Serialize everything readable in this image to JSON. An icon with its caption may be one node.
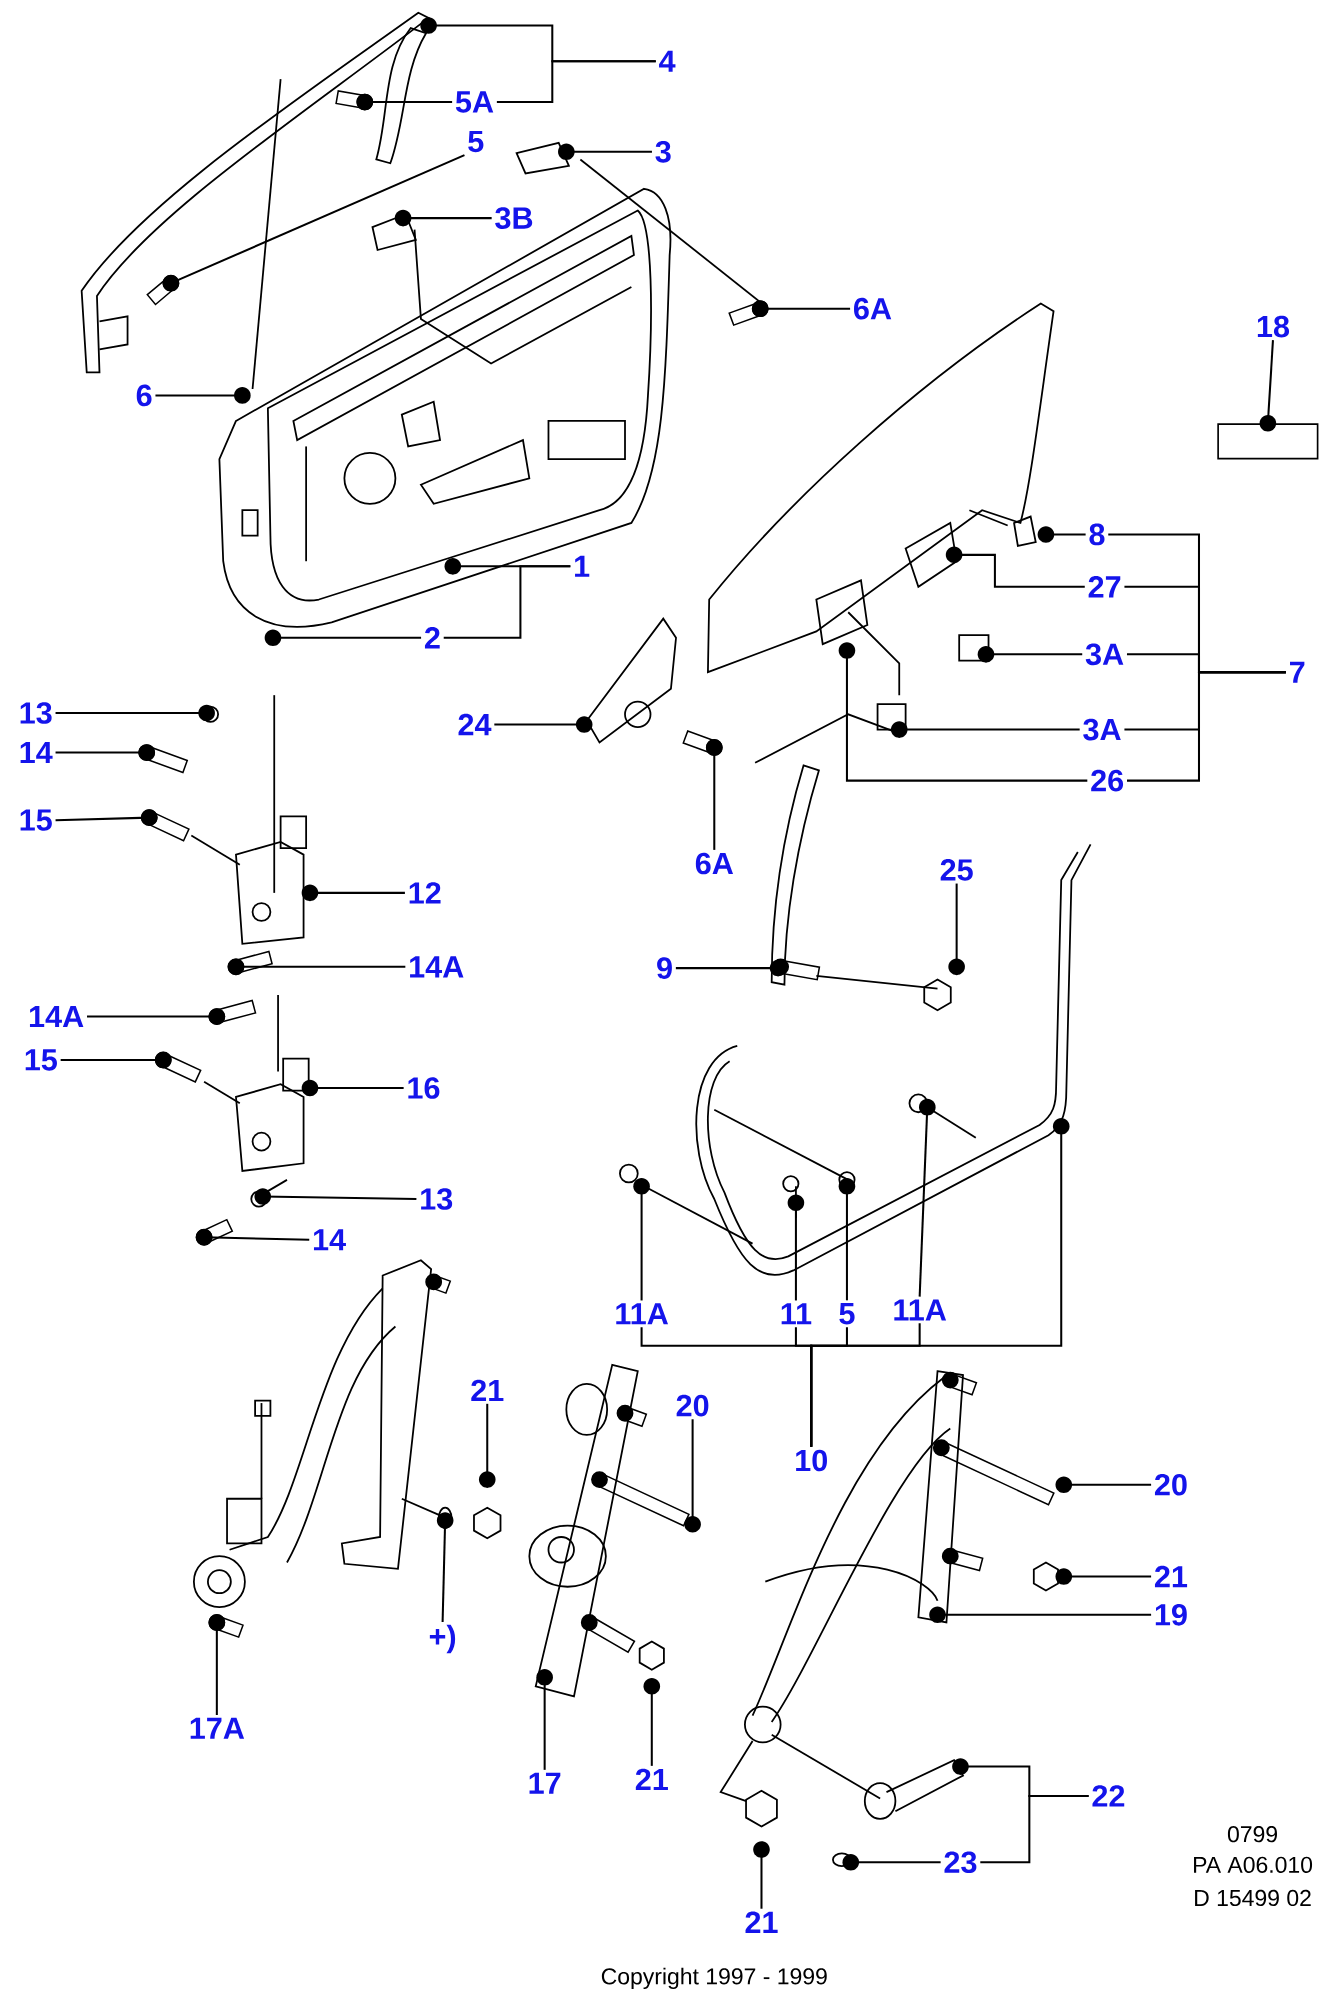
{
  "diagram": {
    "nodes": [
      {
        "text": [
          "4"
        ]
      },
      {
        "text": [
          "5A"
        ]
      },
      {
        "text": [
          "5"
        ]
      },
      {
        "text": [
          "3"
        ]
      },
      {
        "text": [
          "3B"
        ]
      },
      {
        "text": [
          "6A"
        ]
      },
      {
        "text": [
          "18"
        ]
      },
      {
        "text": [],
        "shape": "box"
      },
      {
        "text": [
          "6"
        ]
      },
      {
        "text": [
          "8"
        ]
      },
      {
        "text": [
          "1"
        ]
      },
      {
        "text": [
          "27"
        ]
      },
      {
        "text": [
          "2"
        ]
      },
      {
        "text": [
          "3A"
        ]
      },
      {
        "text": [
          "7"
        ]
      },
      {
        "text": [
          "13"
        ]
      },
      {
        "text": [
          "24"
        ]
      },
      {
        "text": [
          "3A"
        ]
      },
      {
        "text": [
          "14"
        ]
      },
      {
        "text": [
          "26"
        ]
      },
      {
        "text": [
          "15"
        ]
      },
      {
        "text": [
          "6A"
        ]
      },
      {
        "text": [
          "25"
        ]
      },
      {
        "text": [
          "12"
        ]
      },
      {
        "text": [
          "9"
        ]
      },
      {
        "text": [
          "14A"
        ]
      },
      {
        "text": [
          "14A"
        ]
      },
      {
        "text": [
          "15"
        ]
      },
      {
        "text": [
          "16"
        ]
      },
      {
        "text": [
          "13"
        ]
      },
      {
        "text": [
          "14"
        ]
      },
      {
        "text": [
          "11A"
        ]
      },
      {
        "text": [
          "11"
        ]
      },
      {
        "text": [
          "5"
        ]
      },
      {
        "text": [
          "11A"
        ]
      },
      {
        "text": [
          "21"
        ]
      },
      {
        "text": [
          "20"
        ]
      },
      {
        "text": [
          "10"
        ]
      },
      {
        "text": [
          "20"
        ]
      },
      {
        "text": [
          "21"
        ]
      },
      {
        "text": [
          "19"
        ]
      },
      {
        "text": [
          "+)"
        ]
      },
      {
        "text": [
          "17A"
        ]
      },
      {
        "text": [
          "21"
        ]
      },
      {
        "text": [
          "17"
        ]
      },
      {
        "text": [
          "22"
        ]
      },
      {
        "text": [
          "23"
        ]
      },
      {
        "text": [
          "21"
        ]
      }
    ],
    "edges": [
      {
        "from": 0,
        "to": null,
        "arrow": "other"
      },
      {
        "from": 0,
        "to": 1,
        "arrow": "none"
      },
      {
        "from": 1,
        "to": null,
        "arrow": "other"
      },
      {
        "from": 2,
        "to": null,
        "arrow": "other"
      },
      {
        "from": 3,
        "to": null,
        "arrow": "other"
      },
      {
        "from": 4,
        "to": null,
        "arrow": "other"
      },
      {
        "from": 5,
        "to": null,
        "arrow": "other"
      },
      {
        "from": 6,
        "to": 7,
        "arrow": "other"
      },
      {
        "from": 8,
        "to": null,
        "arrow": "other"
      },
      {
        "from": 9,
        "to": null,
        "arrow": "other"
      },
      {
        "from": 10,
        "to": null,
        "arrow": "other"
      },
      {
        "from": 11,
        "to": null,
        "arrow": "other"
      },
      {
        "from": 12,
        "to": null,
        "arrow": "other"
      },
      {
        "from": 10,
        "to": 12,
        "arrow": "none"
      },
      {
        "from": 13,
        "to": null,
        "arrow": "other"
      },
      {
        "from": 14,
        "to": 9,
        "arrow": "none"
      },
      {
        "from": 14,
        "to": 11,
        "arrow": "none"
      },
      {
        "from": 14,
        "to": 13,
        "arrow": "none"
      },
      {
        "from": 14,
        "to": 17,
        "arrow": "none"
      },
      {
        "from": 14,
        "to": 19,
        "arrow": "none"
      },
      {
        "from": 15,
        "to": null,
        "arrow": "other"
      },
      {
        "from": 16,
        "to": null,
        "arrow": "other"
      },
      {
        "from": 17,
        "to": null,
        "arrow": "other"
      },
      {
        "from": 18,
        "to": null,
        "arrow": "other"
      },
      {
        "from": 19,
        "to": null,
        "arrow": "other"
      },
      {
        "from": 20,
        "to": null,
        "arrow": "other"
      },
      {
        "from": 21,
        "to": null,
        "arrow": "other"
      },
      {
        "from": 22,
        "to": null,
        "arrow": "other"
      },
      {
        "from": 23,
        "to": null,
        "arrow": "other"
      },
      {
        "from": 24,
        "to": null,
        "arrow": "other"
      },
      {
        "from": 25,
        "to": null,
        "arrow": "other"
      },
      {
        "from": 26,
        "to": null,
        "arrow": "other"
      },
      {
        "from": 27,
        "to": null,
        "arrow": "other"
      },
      {
        "from": 28,
        "to": null,
        "arrow": "other"
      },
      {
        "from": 29,
        "to": null,
        "arrow": "other"
      },
      {
        "from": 30,
        "to": null,
        "arrow": "other"
      },
      {
        "from": 31,
        "to": null,
        "arrow": "other"
      },
      {
        "from": 32,
        "to": null,
        "arrow": "other"
      },
      {
        "from": 33,
        "to": null,
        "arrow": "other"
      },
      {
        "from": 34,
        "to": null,
        "arrow": "other"
      },
      {
        "from": 37,
        "to": 31,
        "arrow": "none"
      },
      {
        "from": 37,
        "to": 32,
        "arrow": "none"
      },
      {
        "from": 37,
        "to": 33,
        "arrow": "none"
      },
      {
        "from": 37,
        "to": 34,
        "arrow": "none"
      },
      {
        "from": 37,
        "to": null,
        "arrow": "other"
      },
      {
        "from": 35,
        "to": null,
        "arrow": "other"
      },
      {
        "from": 36,
        "to": null,
        "arrow": "other"
      },
      {
        "from": 38,
        "to": null,
        "arrow": "other"
      },
      {
        "from": 39,
        "to": null,
        "arrow": "other"
      },
      {
        "from": 40,
        "to": null,
        "arrow": "other"
      },
      {
        "from": 41,
        "to": null,
        "arrow": "other"
      },
      {
        "from": 42,
        "to": null,
        "arrow": "other"
      },
      {
        "from": 43,
        "to": null,
        "arrow": "other"
      },
      {
        "from": 44,
        "to": null,
        "arrow": "other"
      },
      {
        "from": 45,
        "to": null,
        "arrow": "other"
      },
      {
        "from": 45,
        "to": 46,
        "arrow": "none"
      },
      {
        "from": 46,
        "to": null,
        "arrow": "other"
      },
      {
        "from": 47,
        "to": null,
        "arrow": "other"
      }
    ],
    "labels": [
      "0799",
      "PA A06.010",
      "D 15499 02",
      "Copyright 1997 - 1999"
    ]
  }
}
